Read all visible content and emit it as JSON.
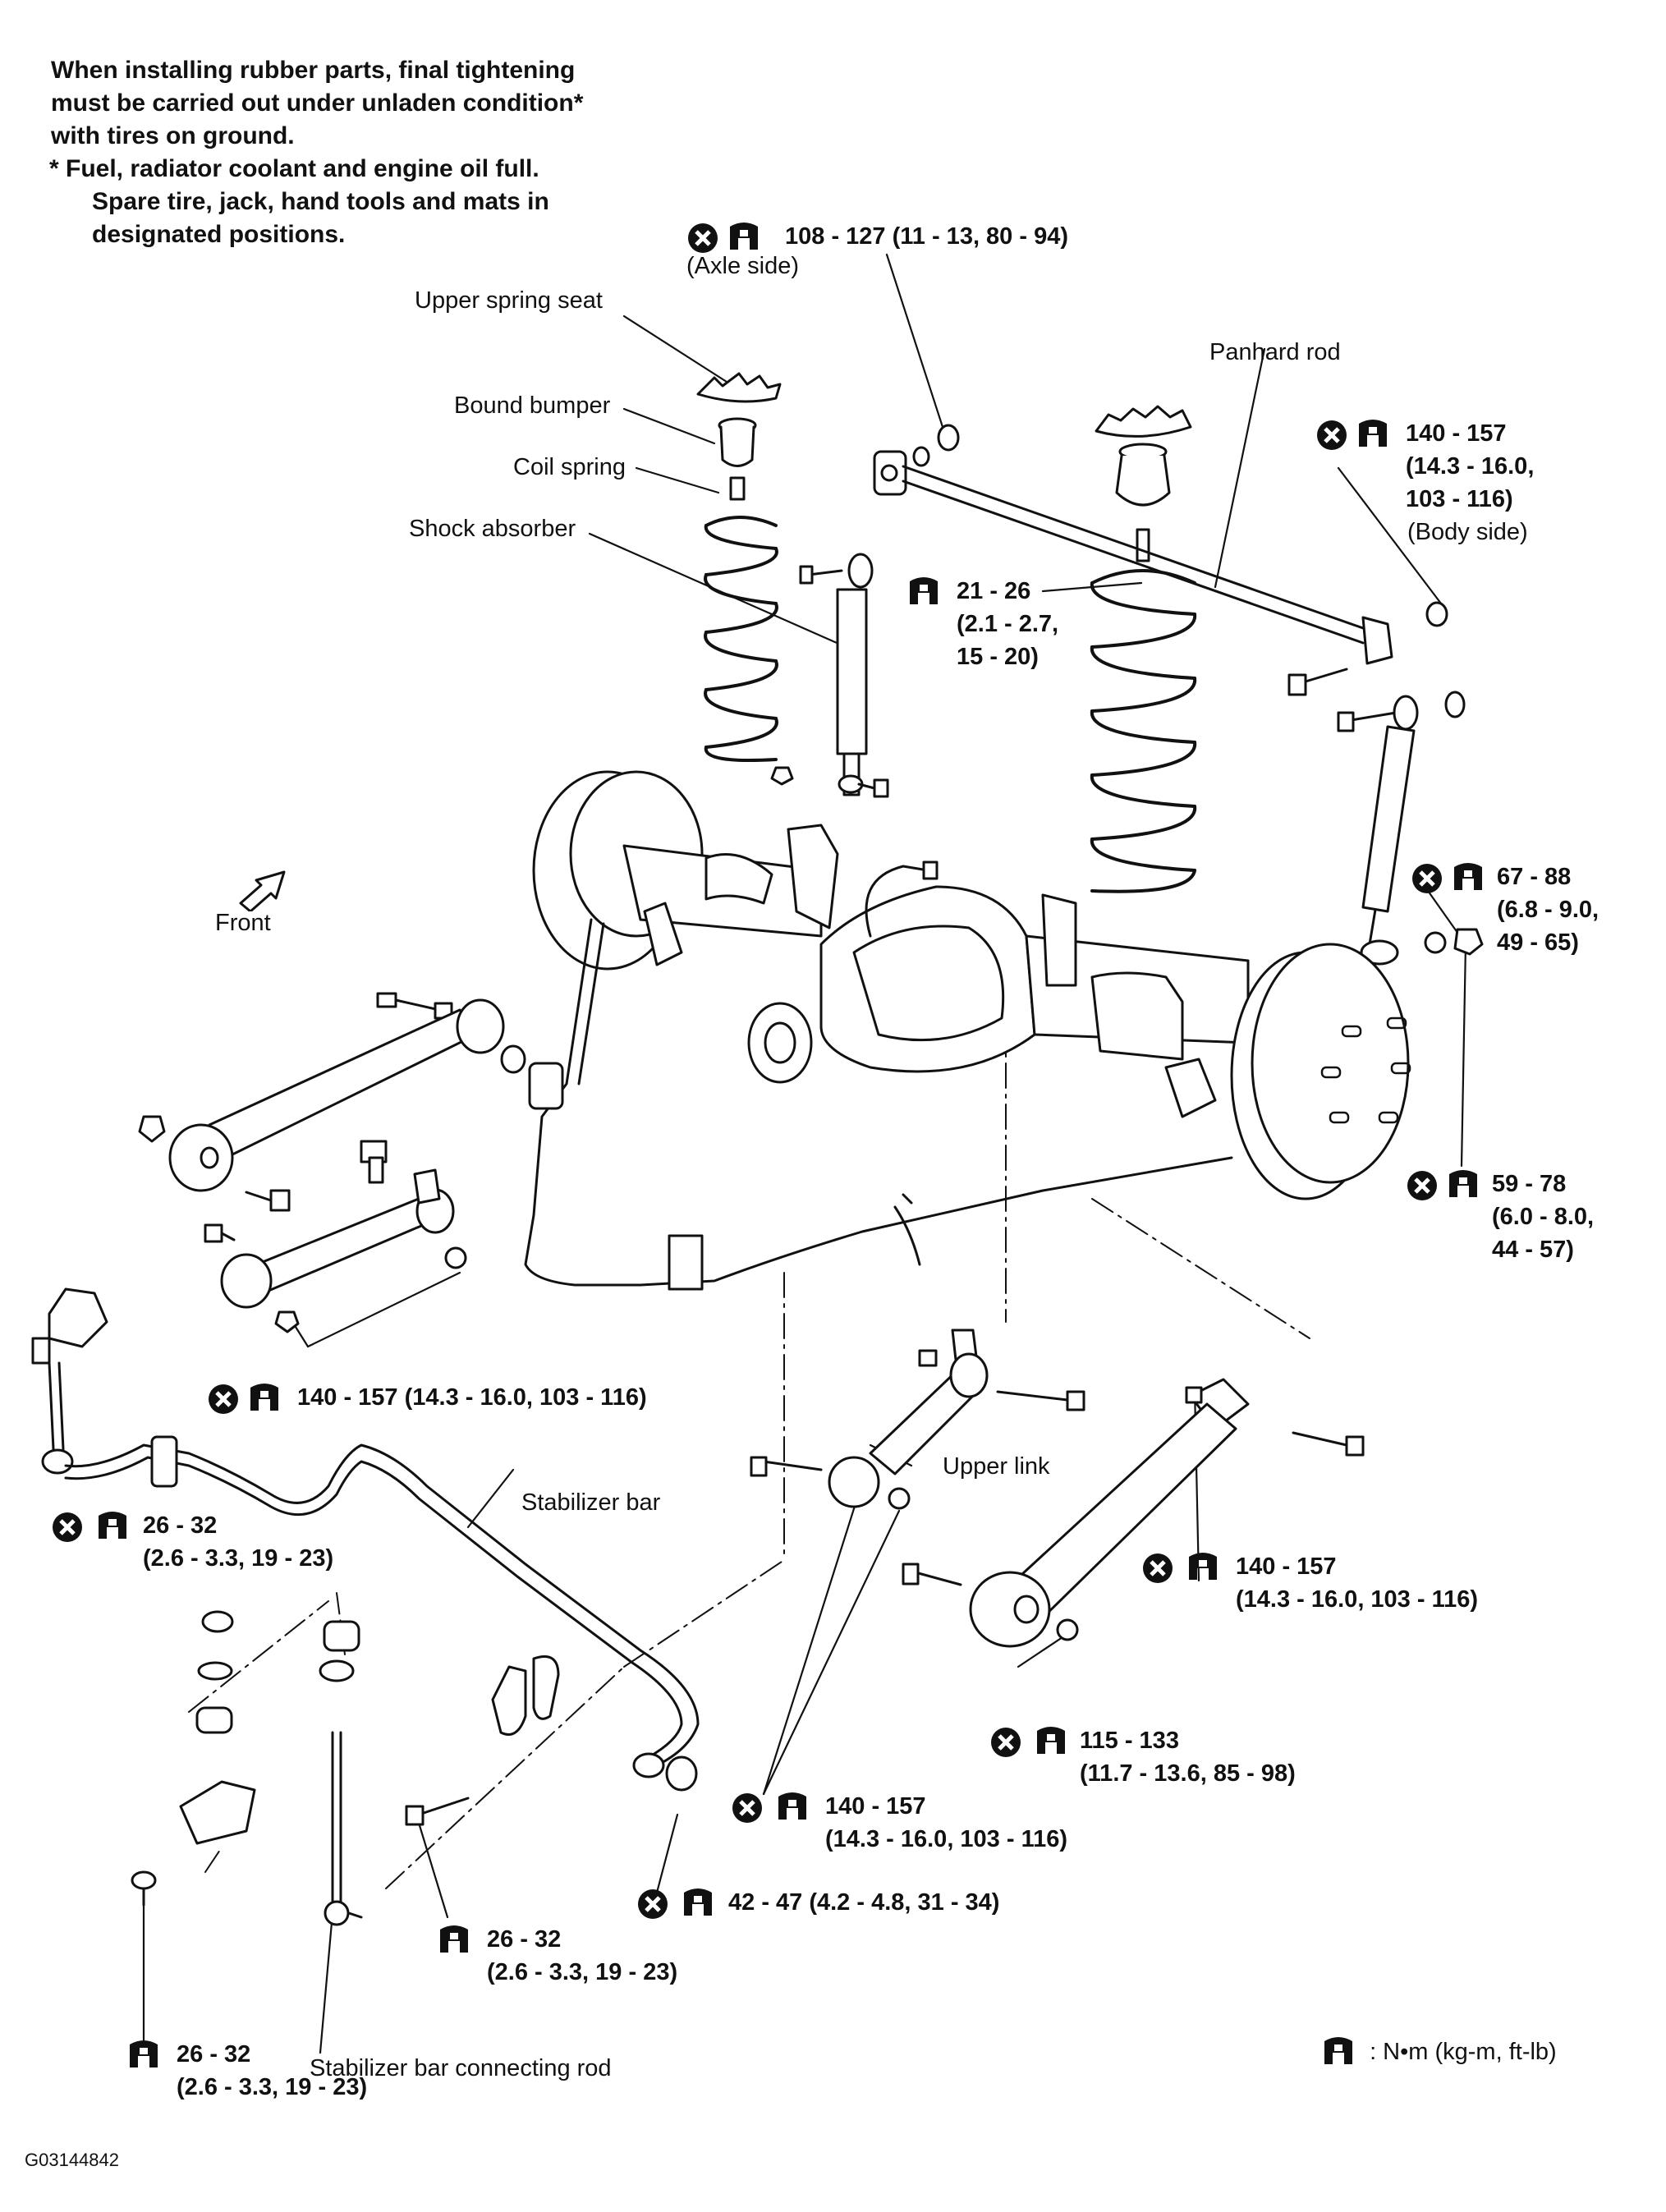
{
  "notes": {
    "line1": "When installing rubber parts, final tightening",
    "line2": "must be carried out under unladen condition*",
    "line3": "with tires on ground.",
    "line4": "*   Fuel, radiator coolant and engine oil full.",
    "line5": "Spare tire, jack, hand tools and mats in",
    "line6": "designated positions."
  },
  "labels": {
    "upper_spring_seat": "Upper spring seat",
    "bound_bumper": "Bound bumper",
    "coil_spring": "Coil spring",
    "shock_absorber": "Shock absorber",
    "panhard_rod": "Panhard rod",
    "front": "Front",
    "upper_link": "Upper link",
    "stabilizer_bar": "Stabilizer bar",
    "stabilizer_connecting_rod": "Stabilizer bar connecting rod"
  },
  "torques": {
    "axle_side": {
      "l1": "108 - 127 (11 - 13, 80 - 94)",
      "l2": "(Axle side)"
    },
    "body_side": {
      "l1": "140 - 157",
      "l2": "(14.3 - 16.0,",
      "l3": "103 - 116)",
      "l4": "(Body side)"
    },
    "spring_nut": {
      "l1": "21 - 26",
      "l2": "(2.1 - 2.7,",
      "l3": "15 - 20)"
    },
    "shock_lower": {
      "l1": "67 - 88",
      "l2": "(6.8 - 9.0,",
      "l3": "49 - 65)"
    },
    "drum": {
      "l1": "59 - 78",
      "l2": "(6.0 - 8.0,",
      "l3": "44 - 57)"
    },
    "lower_link_left": {
      "l1": "140 - 157 (14.3 - 16.0, 103 - 116)"
    },
    "stab_bushing": {
      "l1": "26 - 32",
      "l2": "(2.6 - 3.3, 19 - 23)"
    },
    "lower_link_right": {
      "l1": "140 - 157",
      "l2": "(14.3 - 16.0, 103 - 116)"
    },
    "upper_link_nut": {
      "l1": "115 - 133",
      "l2": "(11.7 - 13.6, 85 - 98)"
    },
    "upper_link_front": {
      "l1": "140 - 157",
      "l2": "(14.3 - 16.0, 103 - 116)"
    },
    "stab_end_nut": {
      "l1": "42 - 47 (4.2 - 4.8, 31 - 34)"
    },
    "stab_clamp": {
      "l1": "26 - 32",
      "l2": "(2.6 - 3.3, 19 - 23)"
    },
    "stab_bracket": {
      "l1": "26 - 32",
      "l2": "(2.6 - 3.3, 19 - 23)"
    }
  },
  "legend": {
    "text": ":  N•m (kg-m, ft-lb)"
  },
  "figure_id": "G03144842",
  "colors": {
    "ink": "#111111",
    "paper": "#ffffff"
  },
  "icons": {
    "do_not_reuse": "x-circle-icon",
    "torque": "torque-wrench-icon",
    "front_arrow": "arrow-icon"
  }
}
